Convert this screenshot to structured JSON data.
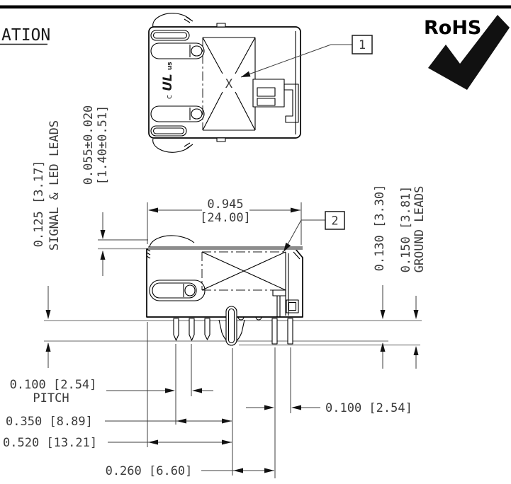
{
  "page": {
    "background": "#ffffff",
    "border_color": "#000000"
  },
  "header": {
    "title_fragment": "ATION"
  },
  "rohs": {
    "label": "RoHS"
  },
  "callouts": {
    "item1": "1",
    "item2": "2"
  },
  "top_view": {
    "center_mark": "X",
    "ul_prefix": "c",
    "ul_core": "UL",
    "ul_suffix": "us"
  },
  "dimensions": {
    "signal_leads_value": "0.125 [3.17]",
    "signal_leads_label": "SIGNAL & LED LEADS",
    "latch_height_value": "0.055±0.020",
    "latch_height_metric": "[1.40±0.51]",
    "body_width_value": "0.945",
    "body_width_metric": "[24.00]",
    "lead_length_value": "0.130 [3.30]",
    "ground_lead_value": "0.150 [3.81]",
    "ground_lead_label": "GROUND LEADS",
    "pitch_value": "0.100 [2.54]",
    "pitch_label": "PITCH",
    "dim_350": "0.350 [8.89]",
    "dim_520": "0.520 [13.21]",
    "dim_260": "0.260 [6.60]",
    "ground_pitch_value": "0.100 [2.54]"
  },
  "colors": {
    "outline": "#000000",
    "dimension_line": "#3c3c3c",
    "reference_line": "#9a9a9a",
    "shield_top_bar": "#8c8c8c",
    "text": "#3a3a3a"
  }
}
